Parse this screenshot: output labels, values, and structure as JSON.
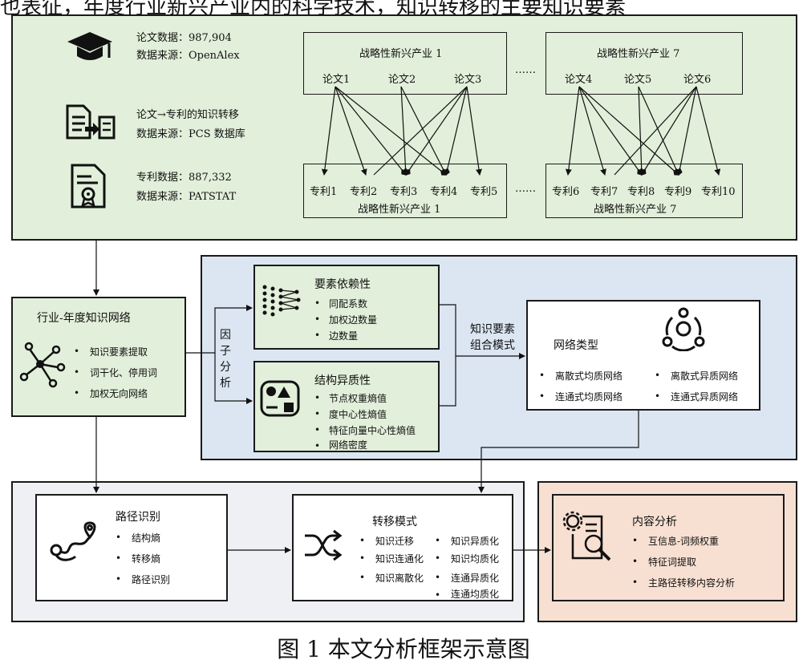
{
  "top_heading_partial": "也表征，年度行业新兴产业内的科学技术，知识转移的主要知识要素",
  "data_sources": {
    "paper_count": "论文数据：987,904",
    "paper_source": "数据来源：OpenAlex",
    "transfer_label": "论文→专利的知识转移",
    "transfer_source": "数据来源：PCS 数据库",
    "patent_count": "专利数据：887,332",
    "patent_source": "数据来源：PATSTAT"
  },
  "industry_top_1": "战略性新兴产业 1",
  "industry_top_7": "战略性新兴产业 7",
  "papers_group1": [
    "论文1",
    "论文2",
    "论文3"
  ],
  "papers_group7": [
    "论文4",
    "论文5",
    "论文6"
  ],
  "patents_group1": [
    "专利1",
    "专利2",
    "专利3",
    "专利4",
    "专利5"
  ],
  "patents_group7": [
    "专利6",
    "专利7",
    "专利8",
    "专利9",
    "专利10"
  ],
  "industry_bottom_1": "战略性新兴产业 1",
  "industry_bottom_7": "战略性新兴产业 7",
  "ellipsis_top": "……",
  "ellipsis_bottom": "……",
  "knowledge_network": {
    "title": "行业-年度知识网络",
    "items": [
      "知识要素提取",
      "词干化、停用词",
      "加权无向网络"
    ]
  },
  "factor_analysis": "因子分析",
  "dependency": {
    "title": "要素依赖性",
    "items": [
      "同配系数",
      "加权边数量",
      "边数量"
    ]
  },
  "heterogeneity": {
    "title": "结构异质性",
    "items": [
      "节点权重熵值",
      "度中心性熵值",
      "特征向量中心性熵值",
      "网络密度"
    ]
  },
  "combo_mode_line1": "知识要素",
  "combo_mode_line2": "组合模式",
  "network_type": {
    "title": "网络类型",
    "left": [
      "离散式均质网络",
      "连通式均质网络"
    ],
    "right": [
      "离散式异质网络",
      "连通式异质网络"
    ]
  },
  "path_id": {
    "title": "路径识别",
    "items": [
      "结构熵",
      "转移熵",
      "路径识别"
    ]
  },
  "transfer_mode": {
    "title": "转移模式",
    "left": [
      "知识迁移",
      "知识连通化",
      "知识离散化"
    ],
    "right": [
      "知识异质化",
      "知识均质化",
      "连通异质化",
      "连通均质化"
    ]
  },
  "content_analysis": {
    "title": "内容分析",
    "items": [
      "互信息-词频权重",
      "特征词提取",
      "主路径转移内容分析"
    ]
  },
  "caption": "图 1 本文分析框架示意图",
  "colors": {
    "green": "#e2efda",
    "blue": "#dbe6f2",
    "gray": "#eef0f3",
    "peach": "#f7e0d2"
  }
}
